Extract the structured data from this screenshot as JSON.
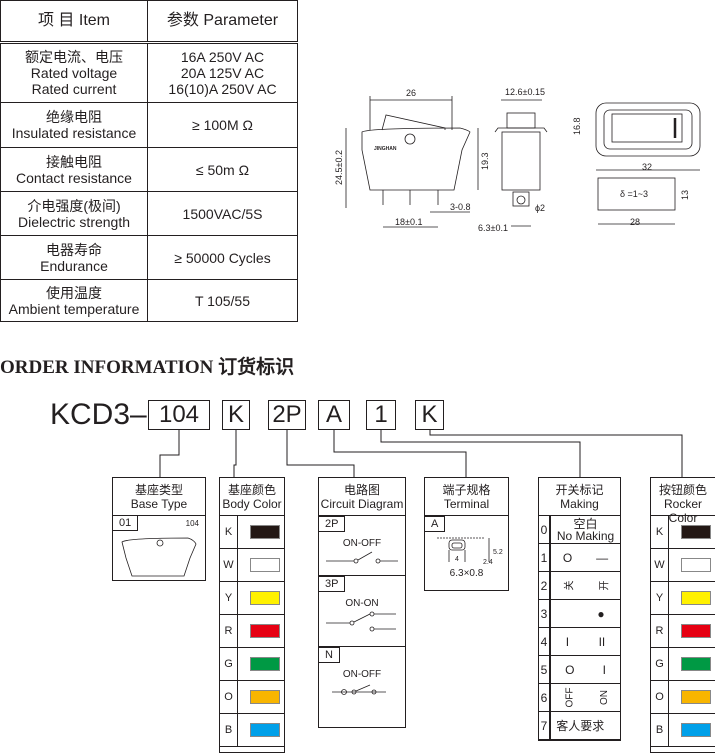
{
  "spec_table": {
    "header": {
      "item": "项 目  Item",
      "parameter": "参数  Parameter"
    },
    "rows": [
      {
        "item_cn": "额定电流、电压",
        "item_en": "Rated voltage",
        "item_en2": "Rated current",
        "value": "16A 250V AC",
        "value2": "20A 125V AC",
        "value3": "16(10)A 250V AC"
      },
      {
        "item_cn": "绝缘电阻",
        "item_en": "Insulated resistance",
        "value": "≥ 100M Ω"
      },
      {
        "item_cn": "接触电阻",
        "item_en": "Contact resistance",
        "value": "≤ 50m Ω"
      },
      {
        "item_cn": "介电强度(极间)",
        "item_en": "Dielectric strength",
        "value": "1500VAC/5S"
      },
      {
        "item_cn": "电器寿命",
        "item_en": "Endurance",
        "value": "≥ 50000 Cycles"
      },
      {
        "item_cn": "使用温度",
        "item_en": "Ambient temperature",
        "value": "T 105/55"
      }
    ]
  },
  "drawing": {
    "dims": [
      "26",
      "24.5±0.2",
      "19.3",
      "18±0.1",
      "3-0.8",
      "12.6±0.15",
      "6.3±0.1",
      "ϕ2",
      "16.8",
      "32",
      "13",
      "28",
      "δ =1~3"
    ],
    "logo": "JINGHAN"
  },
  "order": {
    "title": "ORDER INFORMATION 订货标识",
    "model": "KCD3–",
    "codes": [
      "104",
      "K",
      "2P",
      "A",
      "1",
      "K"
    ],
    "base_type": {
      "title_cn": "基座类型",
      "title_en": "Base Type",
      "code": "01",
      "label": "104"
    },
    "body_color": {
      "title_cn": "基座颜色",
      "title_en": "Body Color"
    },
    "rocker_color": {
      "title_cn": "按钮颜色",
      "title_en": "Rocker Color"
    },
    "colors": [
      {
        "code": "K",
        "hex": "#231815"
      },
      {
        "code": "W",
        "hex": "#ffffff"
      },
      {
        "code": "Y",
        "hex": "#fff100"
      },
      {
        "code": "R",
        "hex": "#e60012"
      },
      {
        "code": "G",
        "hex": "#009944"
      },
      {
        "code": "O",
        "hex": "#f8b500"
      },
      {
        "code": "B",
        "hex": "#00a0e9"
      }
    ],
    "circuit": {
      "title_cn": "电路图",
      "title_en": "Circuit Diagram",
      "items": [
        {
          "code": "2P",
          "label": "ON-OFF"
        },
        {
          "code": "3P",
          "label": "ON-ON"
        },
        {
          "code": "N",
          "label": "ON-OFF"
        }
      ]
    },
    "terminal": {
      "title_cn": "端子规格",
      "title_en": "Terminal",
      "code": "A",
      "dims": [
        "4",
        "2.4",
        "5.2"
      ],
      "size": "6.3×0.8"
    },
    "making": {
      "title_cn": "开关标记",
      "title_en": "Making",
      "rows": [
        {
          "code": "0",
          "left": "空白",
          "right": "No Making"
        },
        {
          "code": "1",
          "left": "O",
          "right": "—"
        },
        {
          "code": "2",
          "left": "关",
          "right": "开"
        },
        {
          "code": "3",
          "left": "",
          "right": "●"
        },
        {
          "code": "4",
          "left": "I",
          "right": "II"
        },
        {
          "code": "5",
          "left": "O",
          "right": "I"
        },
        {
          "code": "6",
          "left": "OFF",
          "right": "ON"
        },
        {
          "code": "7",
          "left": "客人要求",
          "right": ""
        }
      ]
    }
  }
}
